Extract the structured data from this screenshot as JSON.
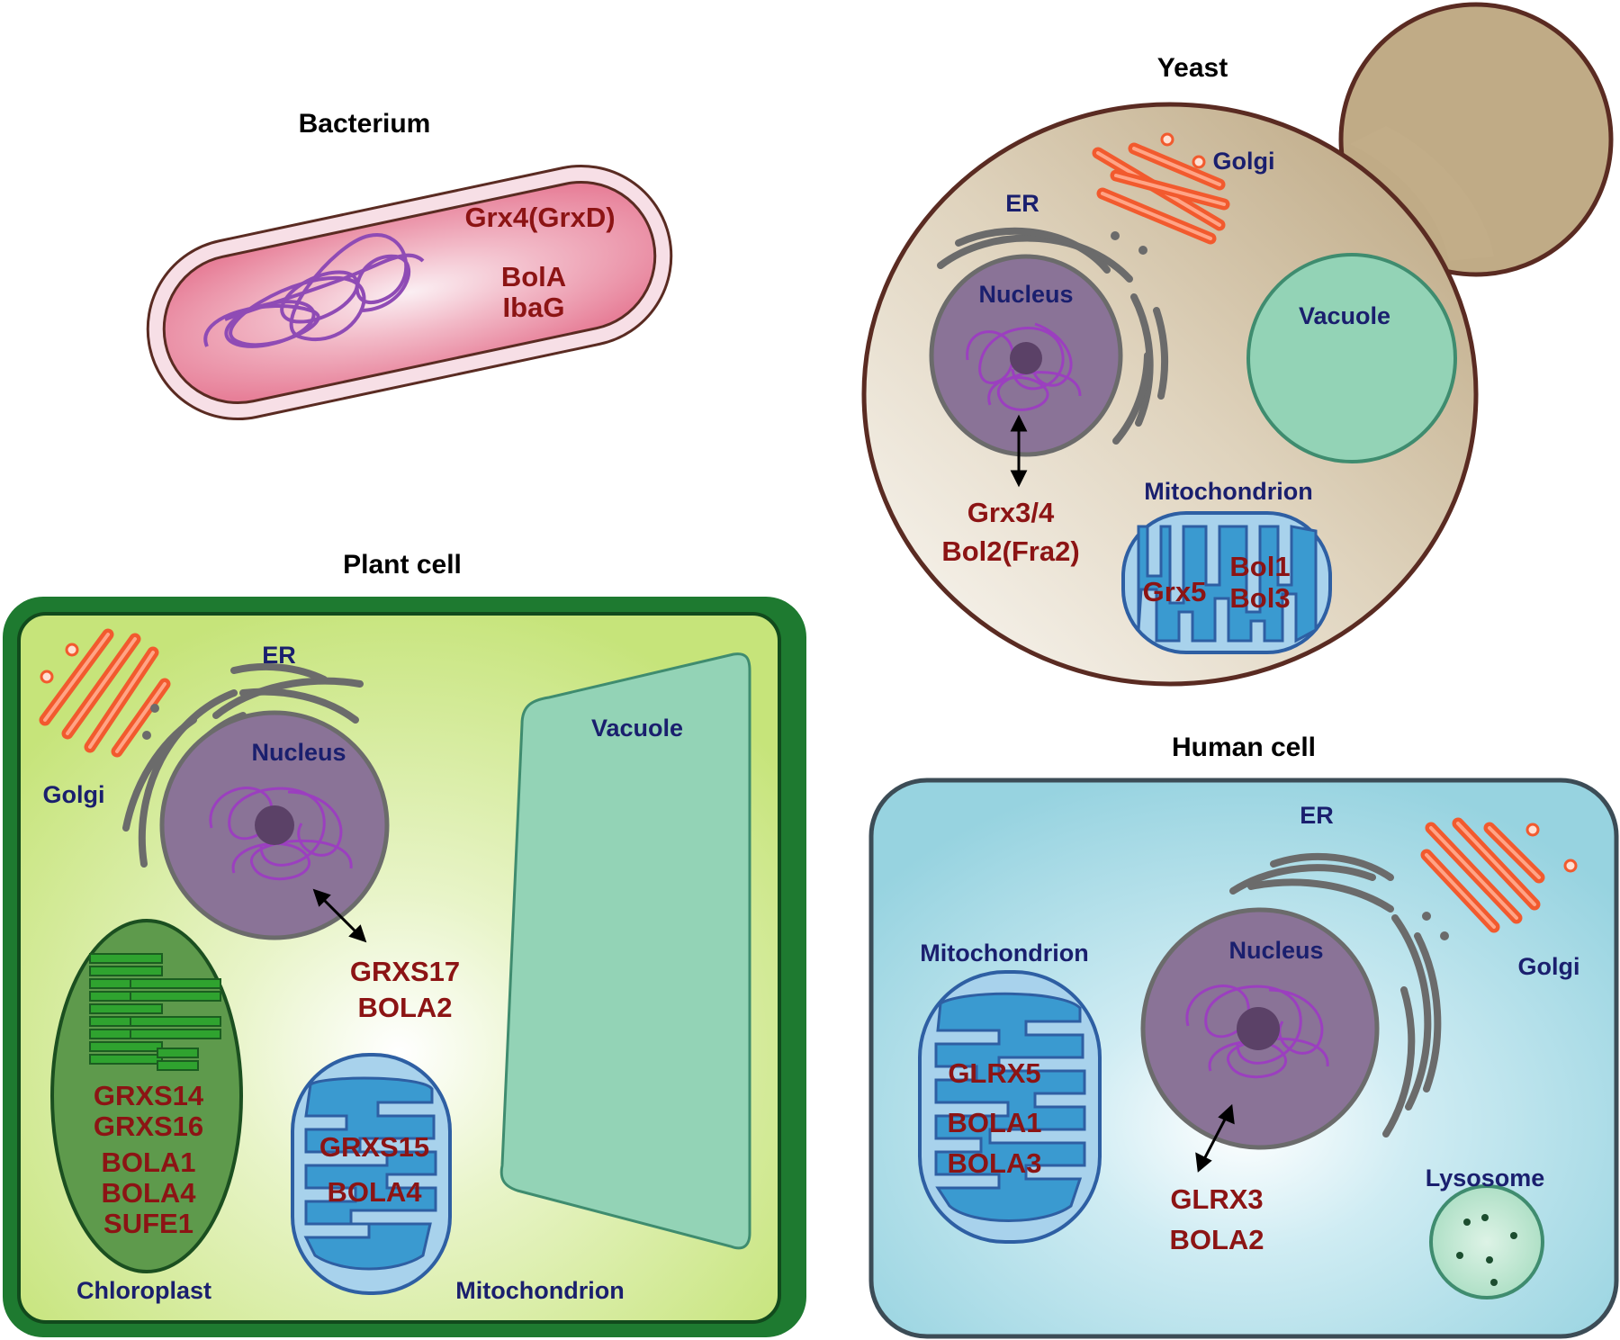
{
  "colors": {
    "protein_text": "#8c1414",
    "organelle_text": "#1a1f6e",
    "golgi": "#f25a2e",
    "er": "#6b6b6b",
    "nucleus": "#8a7397",
    "mitochondrion": "#3a9ad0",
    "vacuole": "#93d3b6",
    "chloroplast": "#5e9a4c"
  },
  "bacterium": {
    "title": "Bacterium",
    "proteins": [
      "Grx4(GrxD)",
      "BolA",
      "IbaG"
    ]
  },
  "yeast": {
    "title": "Yeast",
    "labels": {
      "er": "ER",
      "golgi": "Golgi",
      "nucleus": "Nucleus",
      "vacuole": "Vacuole",
      "mitochondrion": "Mitochondrion"
    },
    "cytosol_proteins": [
      "Grx3/4",
      "Bol2(Fra2)"
    ],
    "mito_proteins": [
      "Grx5",
      "Bol1",
      "Bol3"
    ]
  },
  "plant": {
    "title": "Plant cell",
    "labels": {
      "er": "ER",
      "golgi": "Golgi",
      "nucleus": "Nucleus",
      "vacuole": "Vacuole",
      "chloroplast": "Chloroplast",
      "mitochondrion": "Mitochondrion"
    },
    "cytosol_proteins": [
      "GRXS17",
      "BOLA2"
    ],
    "chloroplast_proteins": [
      "GRXS14",
      "GRXS16",
      "BOLA1",
      "BOLA4",
      "SUFE1"
    ],
    "mito_proteins": [
      "GRXS15",
      "BOLA4"
    ]
  },
  "human": {
    "title": "Human cell",
    "labels": {
      "er": "ER",
      "golgi": "Golgi",
      "nucleus": "Nucleus",
      "mitochondrion": "Mitochondrion",
      "lysosome": "Lysosome"
    },
    "cytosol_proteins": [
      "GLRX3",
      "BOLA2"
    ],
    "mito_proteins": [
      "GLRX5",
      "BOLA1",
      "BOLA3"
    ]
  }
}
